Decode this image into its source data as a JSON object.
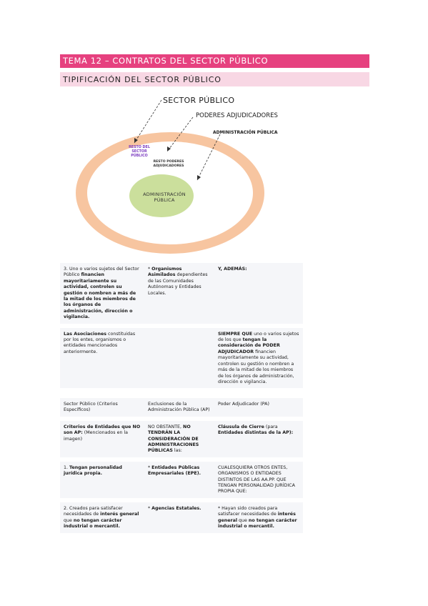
{
  "header": {
    "title": "TEMA 12 – CONTRATOS DEL SECTOR PÚBLICO",
    "subtitle": "TIPIFICACIÓN DEL SECTOR PÚBLICO"
  },
  "diagram": {
    "outer_label": "SECTOR PÚBLICO",
    "middle_label": "PODERES ADJUDICADORES",
    "inner_label": "ADMINISTRACIÓN PÚBLICA",
    "ring_text": "RESTO DEL SECTOR PÚBLICO",
    "inner_ring_text": "RESTO PODERES ADJUDICADORES",
    "center_text": "ADMINISTRACIÓN PÚBLICA",
    "colors": {
      "ring": "#f7c5a0",
      "inner_fill": "#cbdf9c",
      "title": "#e6417f",
      "subtitle": "#f8d7e4"
    }
  },
  "table1": {
    "rows": [
      {
        "c1": [
          {
            "t": "3. Uno o varios sujetos del Sector Público ",
            "b": false
          },
          {
            "t": "financien mayoritariamente su actividad, controlen su gestión o nombren a más de la mitad de los miembros de los órganos de administración, dirección o vigilancia.",
            "b": true
          }
        ],
        "c2": [
          {
            "t": "* ",
            "b": false
          },
          {
            "t": "Organismos Asimilados",
            "b": true
          },
          {
            "t": " dependientes de las Comunidades Autónomas y Entidades Locales.",
            "b": false
          }
        ],
        "c3": [
          {
            "t": "Y, ADEMÁS:",
            "b": true
          }
        ]
      },
      {
        "c1": [
          {
            "t": "Las Asociaciones",
            "b": true
          },
          {
            "t": " constituidas por los entes, organismos o entidades mencionados anteriormente.",
            "b": false
          }
        ],
        "c2": [],
        "c3": [
          {
            "t": "SIEMPRE QUE",
            "b": true
          },
          {
            "t": " uno o varios sujetos de los que ",
            "b": false
          },
          {
            "t": "tengan la consideración de PODER ADJUDICADOR",
            "b": true
          },
          {
            "t": " financien mayoritariamente su actividad, controlen su gestión o nombren a más de la mitad de los miembros de los órganos de administración, dirección o vigilancia.",
            "b": false
          }
        ]
      }
    ]
  },
  "table2": {
    "rows": [
      {
        "c1": [
          {
            "t": "Sector Público (Criterios Específicos)",
            "b": false
          }
        ],
        "c2": [
          {
            "t": "Exclusiones de la Administración Pública (AP)",
            "b": false
          }
        ],
        "c3": [
          {
            "t": "Poder Adjudicador (PA)",
            "b": false
          }
        ]
      },
      {
        "c1": [
          {
            "t": "Criterios de Entidades que NO son AP:",
            "b": true
          },
          {
            "t": " (Mencionados en la imagen)",
            "b": false
          }
        ],
        "c2": [
          {
            "t": "NO OBSTANTE, ",
            "b": false
          },
          {
            "t": "NO TENDRÁN LA CONSIDERACIÓN DE ADMINISTRACIONES PÚBLICAS",
            "b": true
          },
          {
            "t": " las:",
            "b": false
          }
        ],
        "c3": [
          {
            "t": "Cláusula de Cierre",
            "b": true
          },
          {
            "t": " (para ",
            "b": false
          },
          {
            "t": "Entidades distintas de la AP):",
            "b": true
          }
        ]
      },
      {
        "c1": [
          {
            "t": "1. ",
            "b": false
          },
          {
            "t": "Tengan personalidad jurídica propia.",
            "b": true
          }
        ],
        "c2": [
          {
            "t": "* ",
            "b": false
          },
          {
            "t": "Entidades Públicas Empresariales (EPE).",
            "b": true
          }
        ],
        "c3": [
          {
            "t": "CUALESQUIERA OTROS ENTES, ORGANISMOS O ENTIDADES DISTINTOS DE LAS AA.PP. QUE TENGAN PERSONALIDAD JURÍDICA PROPIA QUE:",
            "b": false
          }
        ]
      },
      {
        "c1": [
          {
            "t": "2. Creados para satisfacer necesidades de ",
            "b": false
          },
          {
            "t": "interés general",
            "b": true
          },
          {
            "t": " que ",
            "b": false
          },
          {
            "t": "no tengan carácter industrial o mercantil.",
            "b": true
          }
        ],
        "c2": [
          {
            "t": "* ",
            "b": false
          },
          {
            "t": "Agencias Estatales.",
            "b": true
          }
        ],
        "c3": [
          {
            "t": "* Hayan sido creados para satisfacer necesidades de ",
            "b": false
          },
          {
            "t": "interés general",
            "b": true
          },
          {
            "t": " que ",
            "b": false
          },
          {
            "t": "no tengan carácter industrial o mercantil.",
            "b": true
          }
        ]
      }
    ]
  }
}
